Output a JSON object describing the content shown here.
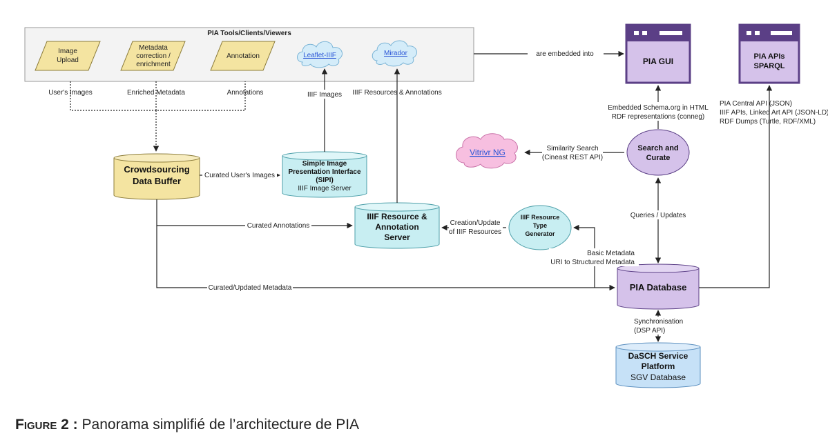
{
  "colors": {
    "yellow": "#f4e4a1",
    "cyan": "#c8eef2",
    "purple": "#d5c2ea",
    "purple_dark": "#5b3f86",
    "pink": "#f7bfe0",
    "blue": "#c6e1f7",
    "light_blue_cloud": "#d4ecf9",
    "panel": "#f3f3f3"
  },
  "tools_panel": {
    "title": "PIA Tools/Clients/Viewers",
    "image_upload": [
      "Image",
      "Upload"
    ],
    "metadata_correction": [
      "Metadata",
      "correction /",
      "enrichment"
    ],
    "annotation": "Annotation",
    "leaflet": "Leaflet-IIIF",
    "mirador": "Mirador"
  },
  "gui": {
    "title": "PIA  GUI"
  },
  "apis": {
    "line1": "PIA APIs",
    "line2": "SPARQL"
  },
  "crowdsourcing": [
    "Crowdsourcing",
    "Data Buffer"
  ],
  "sipi": [
    "Simple Image",
    "Presentation Interface",
    "(SIPI)",
    "IIIF Image Server"
  ],
  "iiif_server": [
    "IIIF Resource &",
    "Annotation",
    "Server"
  ],
  "type_generator": [
    "IIIF Resource",
    "Type",
    "Generator"
  ],
  "vitrivr": "Vitrivr NG",
  "search_curate": [
    "Search and",
    "Curate"
  ],
  "pia_database": "PIA Database",
  "dasch": [
    "DaSCH Service",
    "Platform",
    "SGV Database"
  ],
  "edge_labels": {
    "embedded": "are embedded into",
    "users_images": "User's Images",
    "enriched_metadata": "Enriched Metadata",
    "annotations": "Annotations",
    "iiif_images": "IIIF Images",
    "iiif_resources_annotations": "IIIF Resources & Annotations",
    "curated_users_images": "Curated User's Images",
    "curated_annotations": "Curated Annotations",
    "curated_updated_metadata": "Curated/Updated Metadata",
    "creation_update": [
      "Creation/Update",
      "of IIIF Resources"
    ],
    "basic_metadata": [
      "Basic Metadata",
      "URI to Structured Metadata"
    ],
    "similarity": [
      "Similarity Search",
      "(Cineast REST API)"
    ],
    "schema": [
      "Embedded Schema.org in HTML",
      "RDF representations (conneg)"
    ],
    "queries": "Queries / Updates",
    "sync": [
      "Synchronisation",
      "(DSP API)"
    ],
    "api_list": [
      "PIA Central API (JSON)",
      "IIIF APIs, Linked Art API (JSON-LD)",
      "RDF Dumps (Turtle, RDF/XML)"
    ]
  },
  "caption": {
    "label": "Figure 2 :",
    "text": "Panorama simplifié de l’architecture de PIA"
  }
}
